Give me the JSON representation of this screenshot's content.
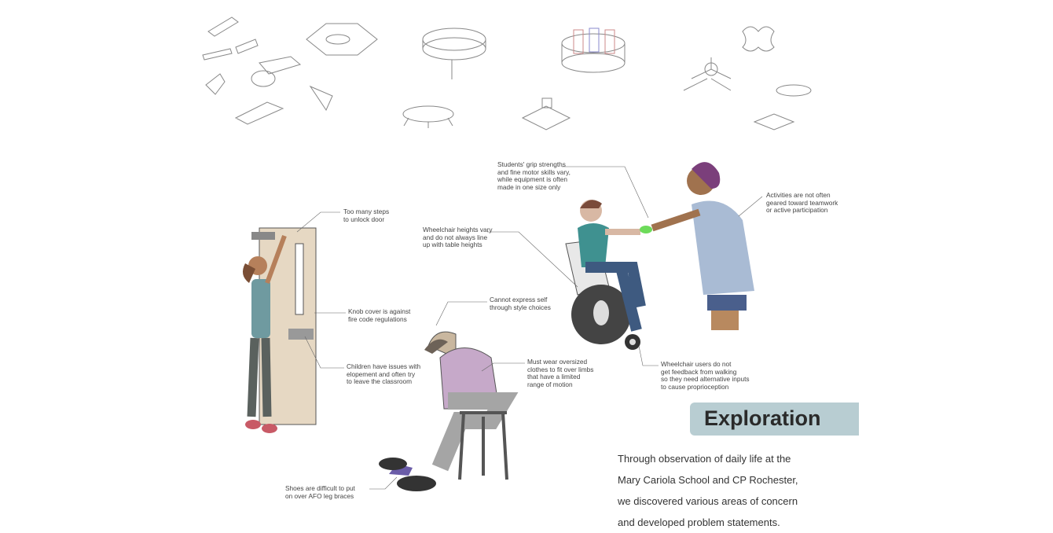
{
  "section_title": "Exploration",
  "paragraph": [
    "Through observation of daily life at the",
    "Mary Cariola School and CP Rochester,",
    "we discovered various areas of concern",
    "and developed problem statements."
  ],
  "annotations": {
    "grip": "Students' grip strengths\nand fine motor skills vary,\nwhile equipment is often\nmade in one size only",
    "activities": "Activities are not often\ngeared toward teamwork\nor active participation",
    "steps": "Too many steps\nto unlock door",
    "wheelchair_heights": "Wheelchair heights vary\nand do not always line\nup with table heights",
    "express": "Cannot express self\nthrough style choices",
    "knob": "Knob cover is against\nfire code regulations",
    "elopement": "Children have issues with\nelopement and often try\nto leave the classroom",
    "clothes": "Must wear oversized\nclothes to fit over limbs\nthat have a limited\nrange of motion",
    "feedback": "Wheelchair users do not\nget feedback from walking\nso they need alternative inputs\nto cause proprioception",
    "shoes": "Shoes are difficult to put\non over AFO leg braces"
  },
  "colors": {
    "accent": "#b8cdd2",
    "text": "#333333"
  }
}
